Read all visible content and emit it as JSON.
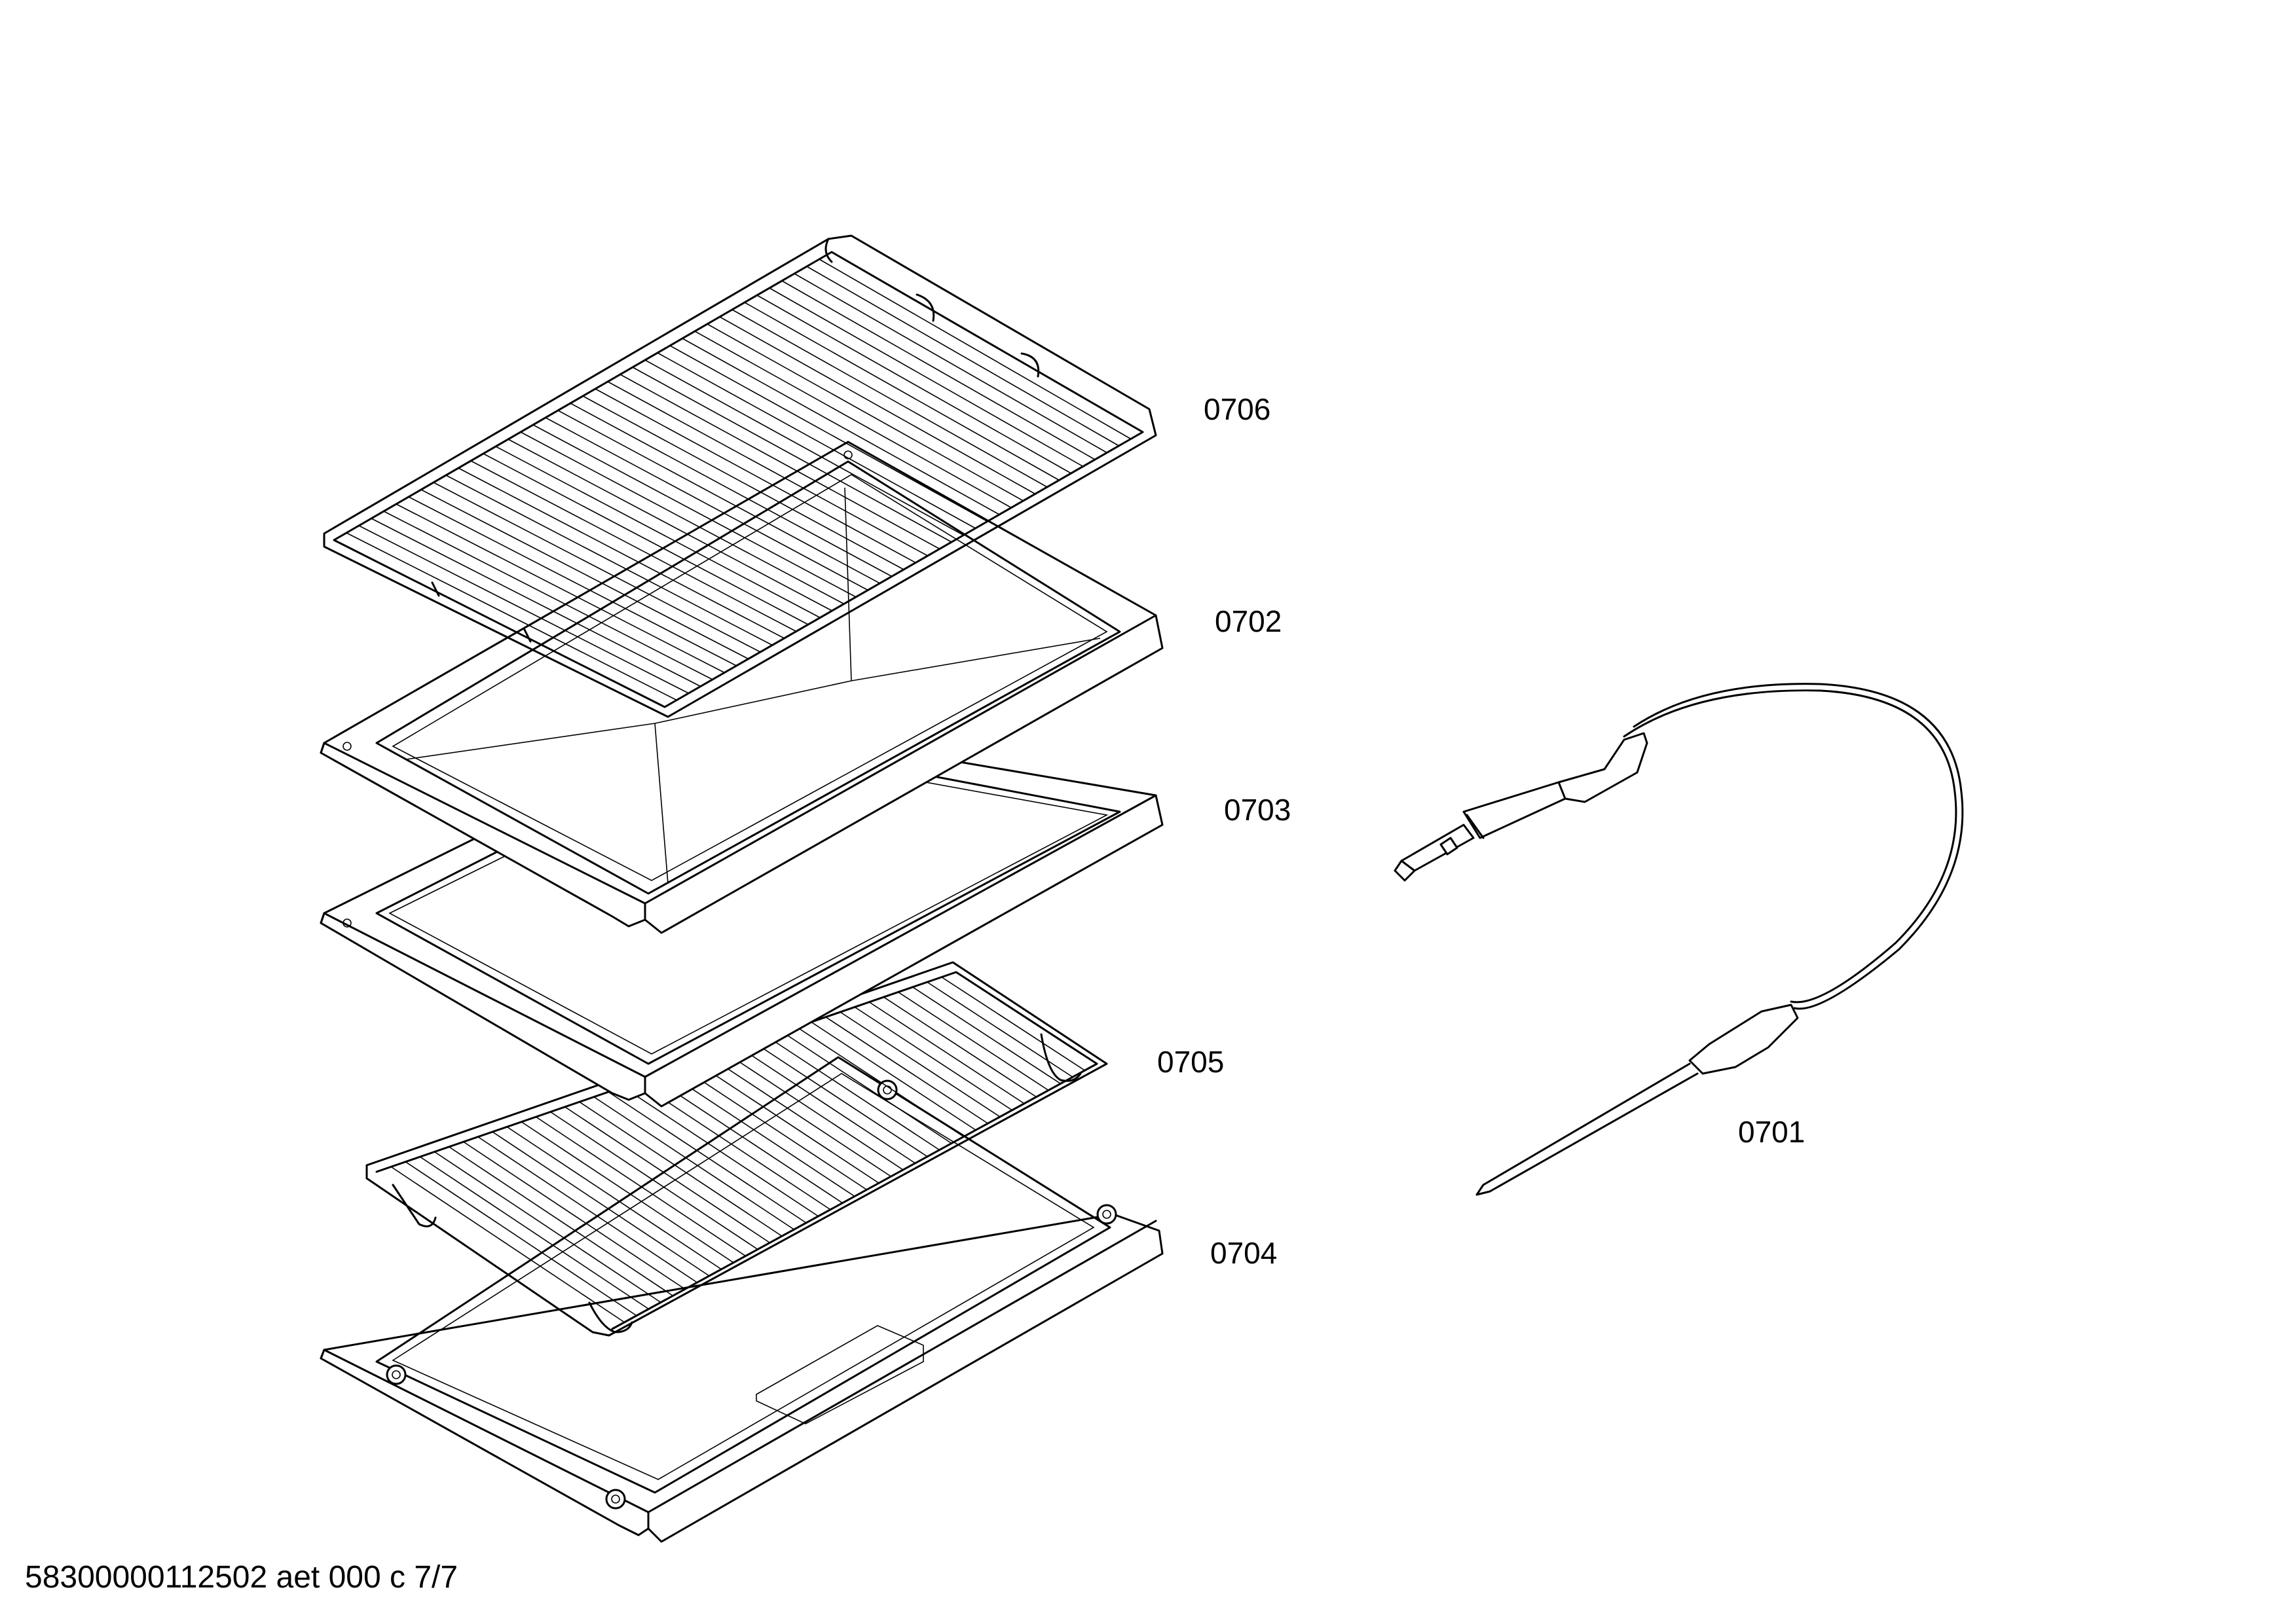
{
  "parts": [
    {
      "id": "wire-rack-top",
      "label": "0706"
    },
    {
      "id": "deep-tray",
      "label": "0702"
    },
    {
      "id": "flat-tray",
      "label": "0703"
    },
    {
      "id": "wire-rack-bottom",
      "label": "0705"
    },
    {
      "id": "base-tray",
      "label": "0704"
    },
    {
      "id": "meat-probe",
      "label": "0701"
    }
  ],
  "footer": "58300000112502 aet 000 c 7/7",
  "colors": {
    "line": "#000000",
    "background": "#ffffff"
  }
}
